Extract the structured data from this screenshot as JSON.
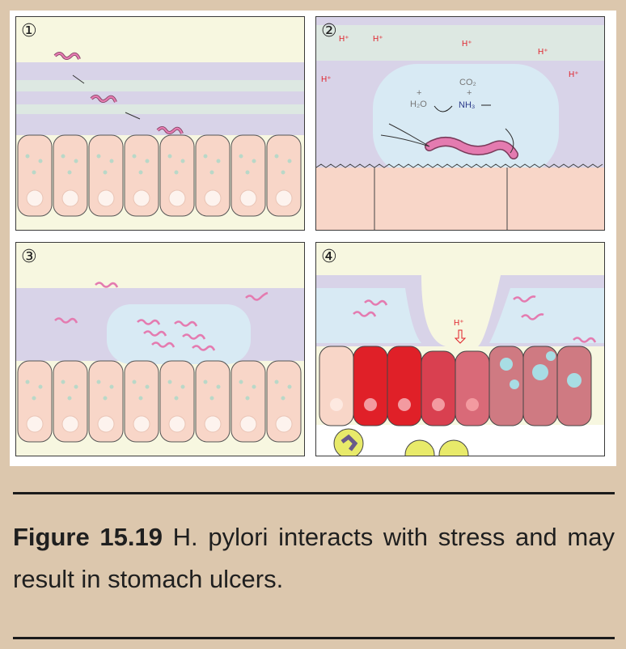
{
  "figure": {
    "panels": [
      {
        "number": "①"
      },
      {
        "number": "②",
        "labels": {
          "h_plus": "H⁺",
          "h2o": "H₂O",
          "co2": "CO₂",
          "nh3": "NH₃",
          "plus": "+"
        }
      },
      {
        "number": "③"
      },
      {
        "number": "④",
        "labels": {
          "h_plus": "H⁺"
        }
      }
    ]
  },
  "caption": {
    "label": "Figure 15.19",
    "text": " H. pylori interacts with stress and may result in stomach ulcers."
  },
  "colors": {
    "background": "#dcc7ad",
    "lumen": "#f7f7e0",
    "mucus": "#d6d0e6",
    "cell": "#f8d6c8",
    "bacteria": "#e47bb0",
    "inflamed": "#e02028"
  }
}
